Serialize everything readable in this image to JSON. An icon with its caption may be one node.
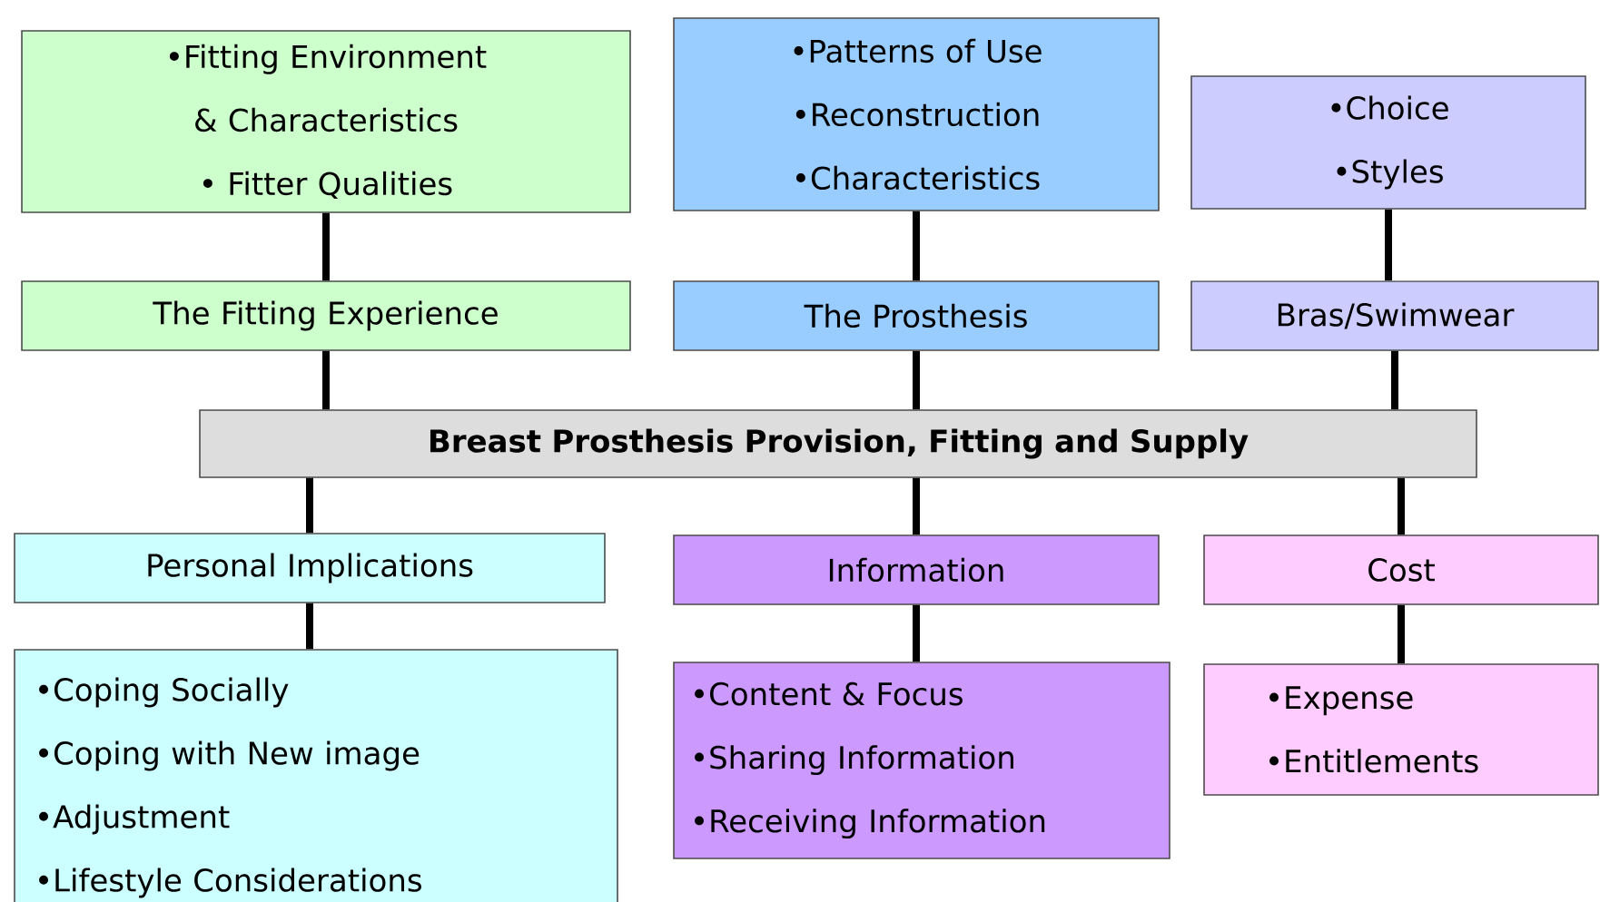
{
  "diagram": {
    "nodes": [
      {
        "text": [
          "•Fitting Environment & Characteristics",
          "• Fitter Qualities"
        ]
      },
      {
        "text": [
          "•Patterns of Use",
          "•Reconstruction",
          "•Characteristics"
        ]
      },
      {
        "text": [
          "•Choice",
          "•Styles"
        ]
      },
      {
        "text": [
          "The Fitting Experience"
        ]
      },
      {
        "text": [
          "The Prosthesis"
        ]
      },
      {
        "text": [
          "Bras/Swimwear"
        ]
      },
      {
        "text": [
          "Breast Prosthesis Provision, Fitting and Supply"
        ]
      },
      {
        "text": [
          "Personal Implications"
        ]
      },
      {
        "text": [
          "Information"
        ]
      },
      {
        "text": [
          "Cost"
        ]
      },
      {
        "text": [
          "•Coping Socially",
          "•Coping with New image",
          "•Adjustment",
          "•Lifestyle Considerations"
        ]
      },
      {
        "text": [
          "•Content & Focus",
          "•Sharing Information",
          "•Receiving Information"
        ]
      },
      {
        "text": [
          "•Expense",
          "•Entitlements"
        ]
      }
    ],
    "edges": [
      {
        "from": 0,
        "to": 3,
        "arrow": "none"
      },
      {
        "from": 1,
        "to": 4,
        "arrow": "none"
      },
      {
        "from": 2,
        "to": 5,
        "arrow": "none"
      },
      {
        "from": 3,
        "to": 6,
        "arrow": "none"
      },
      {
        "from": 4,
        "to": 6,
        "arrow": "none"
      },
      {
        "from": 5,
        "to": 6,
        "arrow": "none"
      },
      {
        "from": 6,
        "to": 7,
        "arrow": "none"
      },
      {
        "from": 6,
        "to": 8,
        "arrow": "none"
      },
      {
        "from": 6,
        "to": 9,
        "arrow": "none"
      },
      {
        "from": 7,
        "to": 10,
        "arrow": "none"
      },
      {
        "from": 8,
        "to": 11,
        "arrow": "none"
      },
      {
        "from": 9,
        "to": 12,
        "arrow": "none"
      }
    ]
  }
}
